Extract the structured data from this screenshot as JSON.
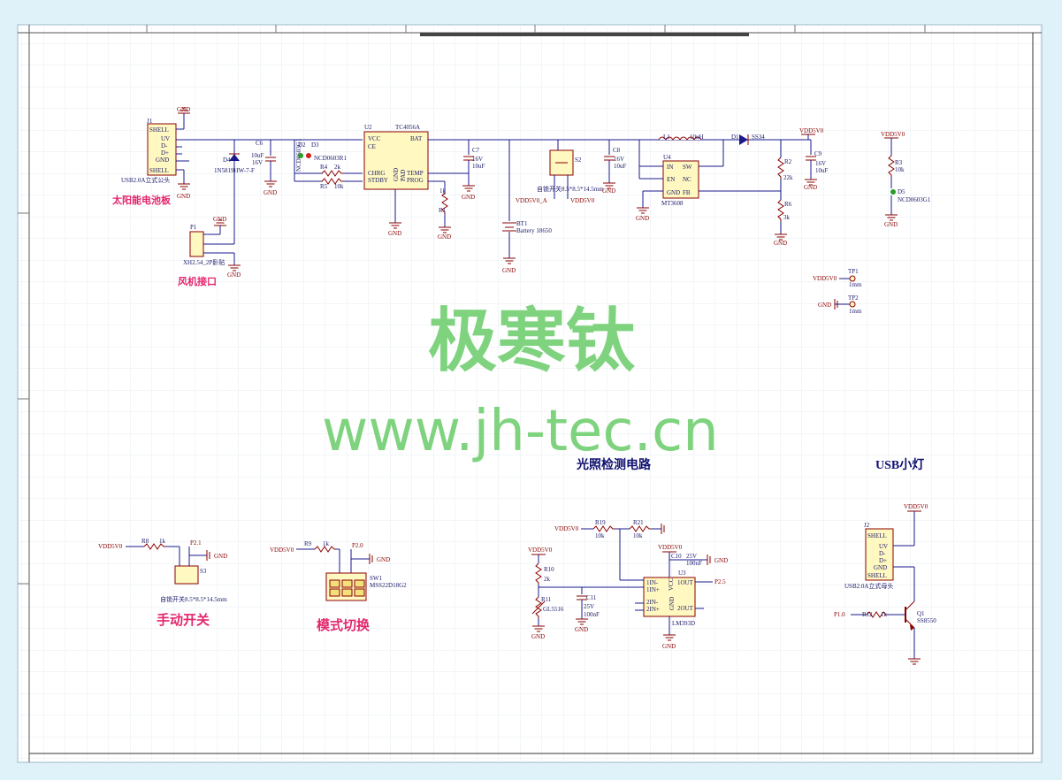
{
  "watermark": {
    "name_cn": "极寒钛",
    "url": "www.jh-tec.cn"
  },
  "sections": {
    "solar_panel": "太阳能电池板",
    "fan_interface": "风机接口",
    "light_detect": "光照检测电路",
    "usb_light": "USB小灯",
    "manual_switch": "手动开关",
    "mode_switch": "模式切换"
  },
  "net_labels": {
    "gnd": "GND",
    "vdd": "VDD5V0",
    "vdd_a": "VDD5V0_A",
    "p1_0": "P1.0",
    "p2_1": "P2.1",
    "p2_0": "P2.0",
    "p2_5": "P2.5"
  },
  "parts": {
    "j1": {
      "ref": "J1",
      "desc": "USB2.0A立式公头",
      "pins": [
        "SHELL",
        "UV",
        "D-",
        "D+",
        "GND",
        "SHELL"
      ]
    },
    "d4": {
      "ref": "D4",
      "value": "1N5819HW-7-F"
    },
    "c6": {
      "ref": "C6",
      "value1": "10uF",
      "value2": "16V"
    },
    "d3": {
      "ref": "D3",
      "value": "NCD0603R1"
    },
    "d2": {
      "ref": "D2",
      "value": "NCD0603G1"
    },
    "r4": {
      "ref": "R4",
      "value": "2k"
    },
    "r5": {
      "ref": "R5",
      "value": "10k"
    },
    "u2": {
      "ref": "U2",
      "value": "TC4056A",
      "pins_left": [
        "VCC",
        "CE",
        "CHRG",
        "STDBY"
      ],
      "pins_right": [
        "BAT",
        "TEMP",
        "PROG"
      ],
      "pins_bottom": [
        "GND",
        "PAD"
      ]
    },
    "r1": {
      "ref": "R1",
      "value": "1k"
    },
    "c7": {
      "ref": "C7",
      "value1": "16V",
      "value2": "10uF"
    },
    "bt1": {
      "ref": "BT1",
      "value": "Battery 18650"
    },
    "s2": {
      "ref": "S2",
      "value": "自锁开关8.5*8.5*14.5mm"
    },
    "c8": {
      "ref": "C8",
      "value1": "16V",
      "value2": "10uF"
    },
    "l1": {
      "ref": "L1",
      "value": "10uH"
    },
    "u4": {
      "ref": "U4",
      "value": "MT3608",
      "pins_left": [
        "IN",
        "EN",
        "GND"
      ],
      "pins_right": [
        "SW",
        "NC",
        "FB"
      ]
    },
    "d1": {
      "ref": "D1",
      "value": "SS34"
    },
    "r2": {
      "ref": "R2",
      "value": "22k"
    },
    "r6": {
      "ref": "R6",
      "value": "3k"
    },
    "c9": {
      "ref": "C9",
      "value1": "16V",
      "value2": "10uF"
    },
    "r3": {
      "ref": "R3",
      "value": "10k"
    },
    "d5": {
      "ref": "D5",
      "value": "NCD0603G1"
    },
    "p1": {
      "ref": "P1",
      "value": "XH2.54_2P卧贴"
    },
    "tp1": {
      "ref": "TP1",
      "value": "1mm"
    },
    "tp2": {
      "ref": "TP2",
      "value": "1mm"
    },
    "r8": {
      "ref": "R8",
      "value": "1k"
    },
    "s3": {
      "ref": "S3",
      "value": "自锁开关8.5*8.5*14.5mm"
    },
    "r9": {
      "ref": "R9",
      "value": "1k"
    },
    "sw1": {
      "ref": "SW1",
      "value": "MSS22D18G2"
    },
    "r19": {
      "ref": "R19",
      "value": "10k"
    },
    "r21": {
      "ref": "R21",
      "value": "10k"
    },
    "r10": {
      "ref": "R10",
      "value": "2k"
    },
    "r11": {
      "ref": "R11",
      "value": "GL5516"
    },
    "c11": {
      "ref": "C11",
      "value1": "25V",
      "value2": "100nF"
    },
    "c10": {
      "ref": "C10",
      "value1": "25V",
      "value2": "100nF"
    },
    "u3": {
      "ref": "U3",
      "value": "LM393D",
      "pins_left": [
        "1IN-",
        "1IN+",
        "2IN-",
        "2IN+"
      ],
      "pins_right": [
        "1OUT",
        "2OUT"
      ],
      "pins_mid": [
        "VCC",
        "GND"
      ]
    },
    "j2": {
      "ref": "J2",
      "desc": "USB2.0A立式母头",
      "pins": [
        "SHELL",
        "UV",
        "D-",
        "D+",
        "GND",
        "SHELL"
      ]
    },
    "r12": {
      "ref": "R12",
      "value": "1k"
    },
    "q1": {
      "ref": "Q1",
      "value": "SS8550"
    }
  }
}
